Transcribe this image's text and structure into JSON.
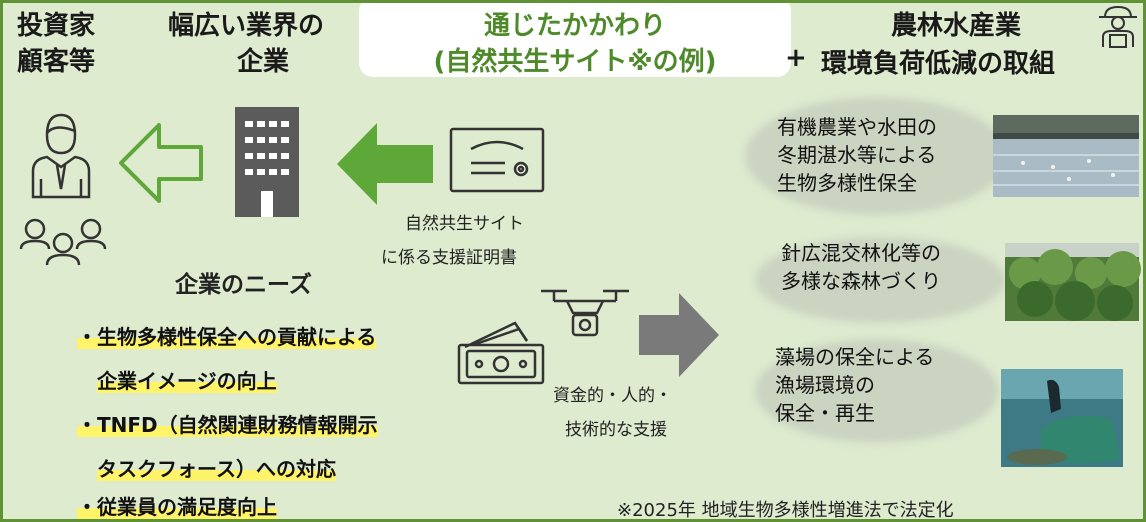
{
  "header": {
    "investors": [
      "投資家",
      "顧客等"
    ],
    "companies": [
      "幅広い業界の",
      "企業"
    ],
    "center": [
      "通じたかかわり",
      "(自然共生サイト※の例)"
    ],
    "plus": "+",
    "producers": [
      "農林水産業",
      "環境負荷低減の取組"
    ]
  },
  "center_left": {
    "certificate_label": [
      "自然共生サイト",
      "に係る支援証明書"
    ],
    "needs_title": "企業のニーズ",
    "needs": [
      "・生物多様性保全への貢献による",
      "企業イメージの向上",
      "・TNFD（自然関連財務情報開示",
      "タスクフォース）への対応",
      "・従業員の満足度向上"
    ],
    "support_label": [
      "資金的・人的・",
      "技術的な支援"
    ]
  },
  "activities": [
    {
      "lines": [
        "有機農業や水田の",
        "冬期湛水等による",
        "生物多様性保全"
      ],
      "photo": "flooded-paddy-photo"
    },
    {
      "lines": [
        "針広混交林化等の",
        "多様な森林づくり"
      ],
      "photo": "mixed-forest-photo"
    },
    {
      "lines": [
        "藻場の保全による",
        "漁場環境の",
        "保全・再生"
      ],
      "photo": "seaweed-diver-photo"
    }
  ],
  "footnote": "※2025年  地域生物多様性増進法で法定化",
  "colors": {
    "background": "#deebcf",
    "border": "#5e9234",
    "arrow_green": "#5ea83a",
    "arrow_gray": "#7a7a7a",
    "highlight": "#fff36a",
    "title_green": "#4e8a2a"
  },
  "icons": [
    "person-icon",
    "group-icon",
    "building-icon",
    "certificate-icon",
    "drone-icon",
    "money-icon",
    "farmer-icon"
  ]
}
